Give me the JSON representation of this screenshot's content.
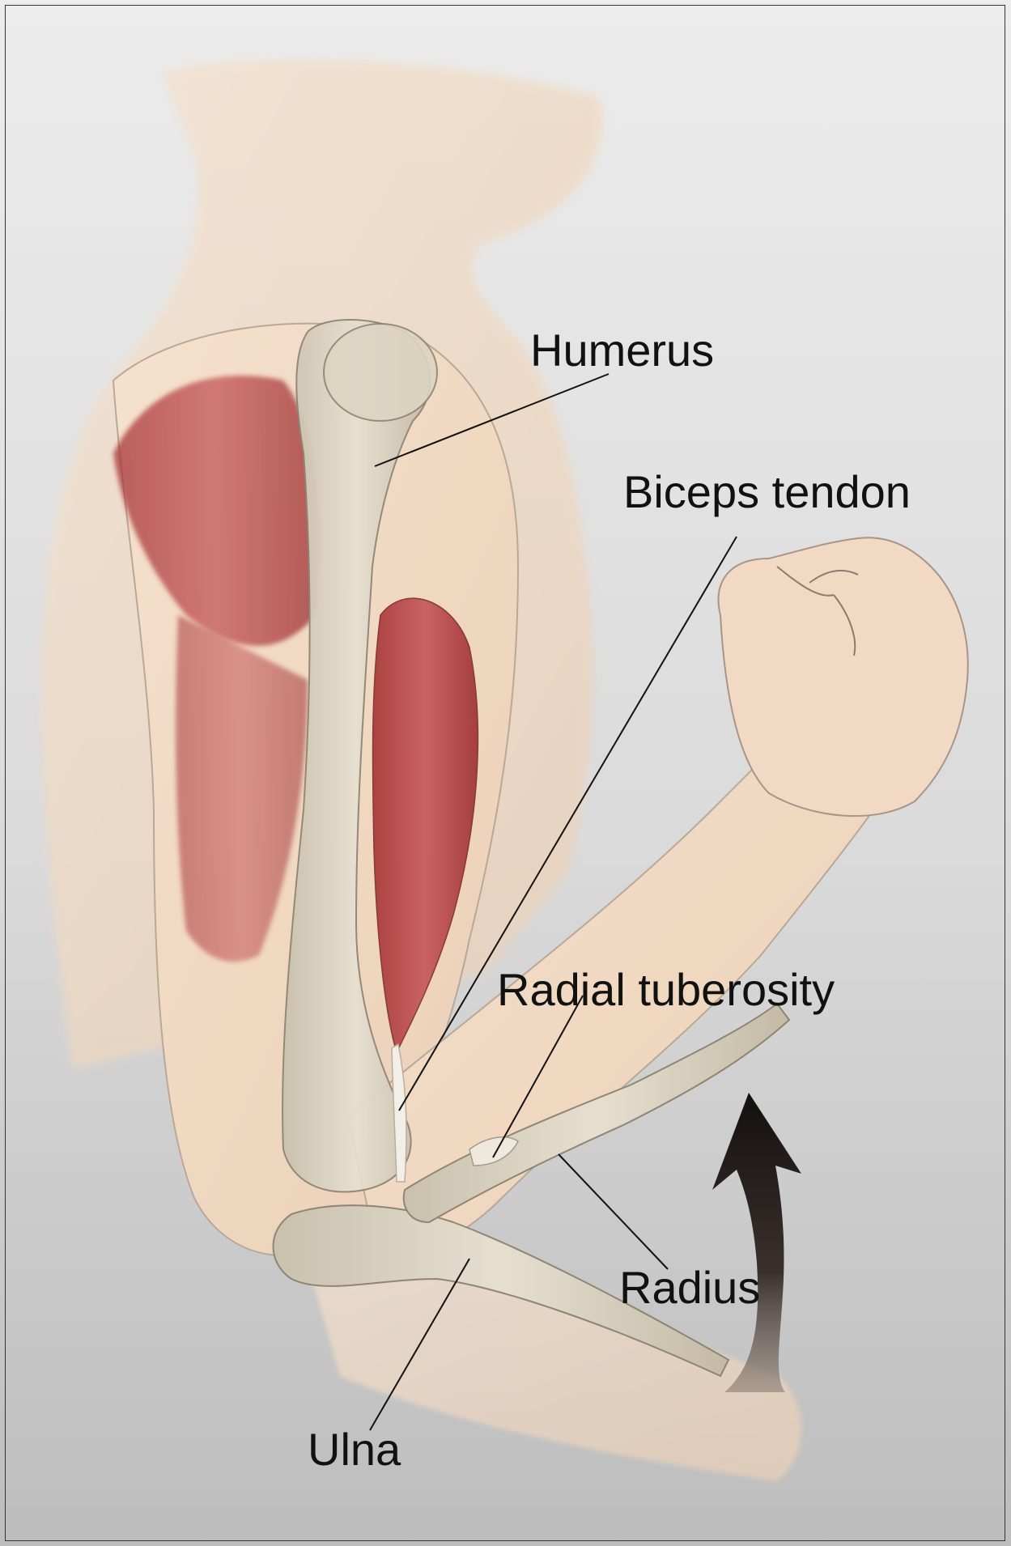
{
  "labels": {
    "humerus": "Humerus",
    "biceps_tendon": "Biceps tendon",
    "radial_tuberosity": "Radial tuberosity",
    "radius": "Radius",
    "ulna": "Ulna"
  },
  "icons": {
    "flexion_arrow": "curved-up-arrow-icon"
  },
  "colors": {
    "background_top": "#e9e9e9",
    "background_bottom": "#c2c2c2",
    "skin": "#f2dcc7",
    "bone": "#d9d1c0",
    "muscle": "#b13a3c",
    "arrow": "#1c1616",
    "leader_line": "#111111"
  }
}
